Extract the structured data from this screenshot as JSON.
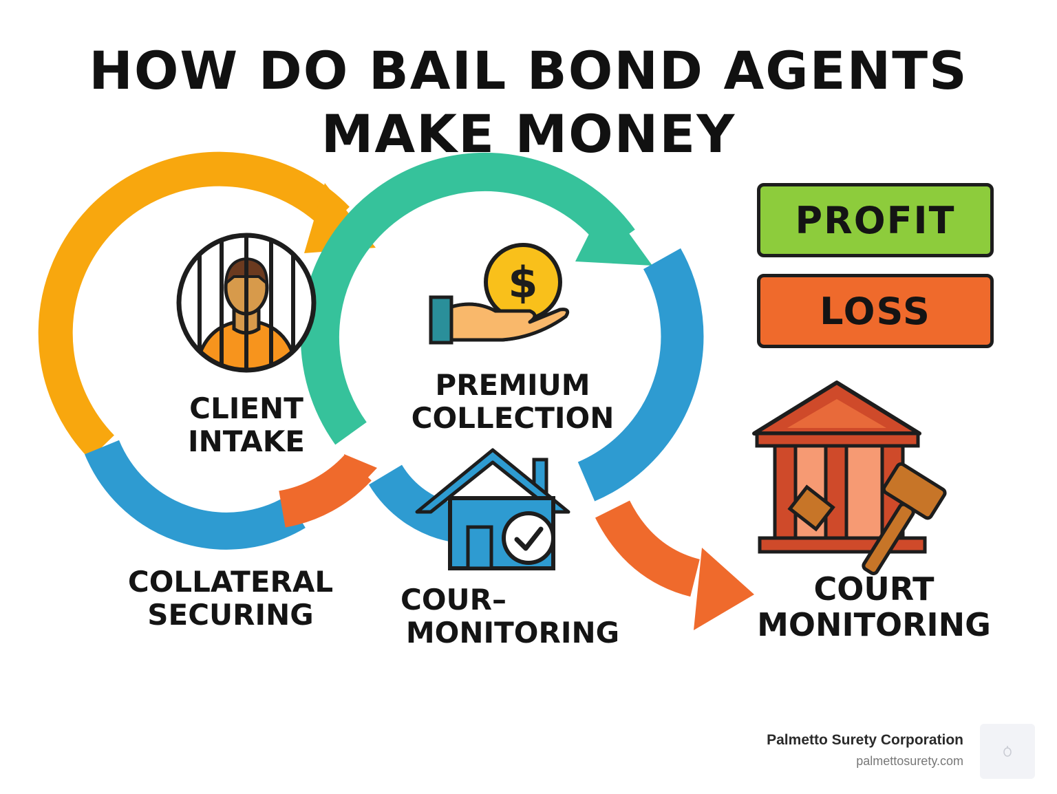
{
  "title": {
    "line1": "HOW DO BAIL BOND AGENTS",
    "line2": "MAKE MONEY"
  },
  "stages": {
    "client_intake": {
      "line1": "CLIENT",
      "line2": "INTAKE"
    },
    "premium_collection": {
      "line1": "PREMIUM",
      "line2": "COLLECTION"
    },
    "collateral_securing": {
      "line1": "COLLATERAL",
      "line2": "SECURING"
    },
    "court_monitoring_mid": {
      "line1": "COUR–",
      "line2": "MONITORING"
    },
    "court_monitoring_right": {
      "line1": "COURT",
      "line2": "MONITORING"
    }
  },
  "outcomes": {
    "profit": "PROFIT",
    "loss": "LOSS"
  },
  "icons": {
    "client": "jailed-person-icon",
    "premium": "hand-coin-dollar-icon",
    "collateral": "house-check-icon",
    "court": "courthouse-gavel-icon"
  },
  "colors": {
    "orange_arrow": "#F8A70E",
    "teal_arrow": "#36C29B",
    "blue_arrow": "#2E9BD1",
    "red_arrow": "#EF6A2C",
    "profit_fill": "#8DCC3C",
    "loss_fill": "#EF6A2C",
    "outline": "#1d1d1d"
  },
  "branding": {
    "name": "Palmetto Surety Corporation",
    "url": "palmettosurety.com"
  }
}
